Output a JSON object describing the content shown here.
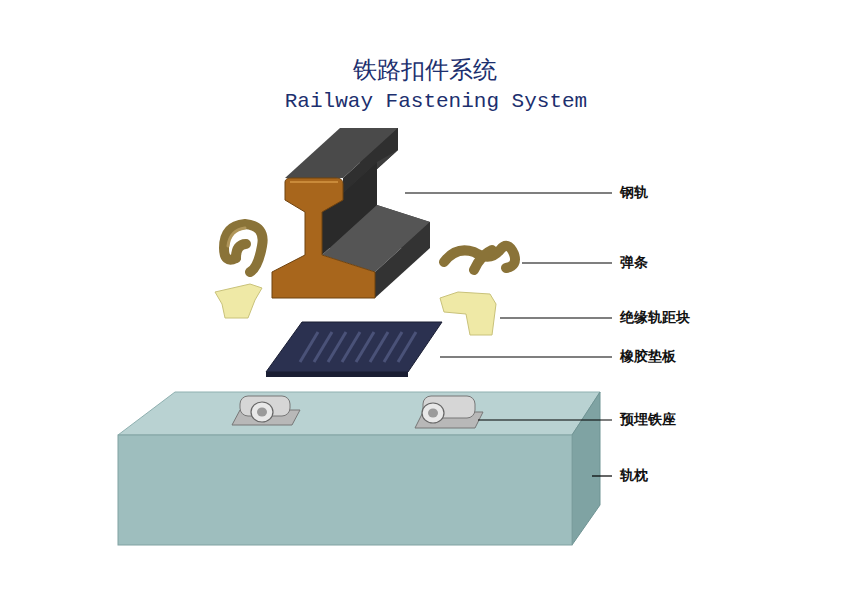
{
  "diagram": {
    "title": "铁路扣件系统",
    "labels": [
      "Railway Fastening System",
      "钢轨",
      "弹条",
      "绝缘轨距块",
      "橡胶垫板",
      "预埋铁座",
      "轨枕"
    ]
  }
}
